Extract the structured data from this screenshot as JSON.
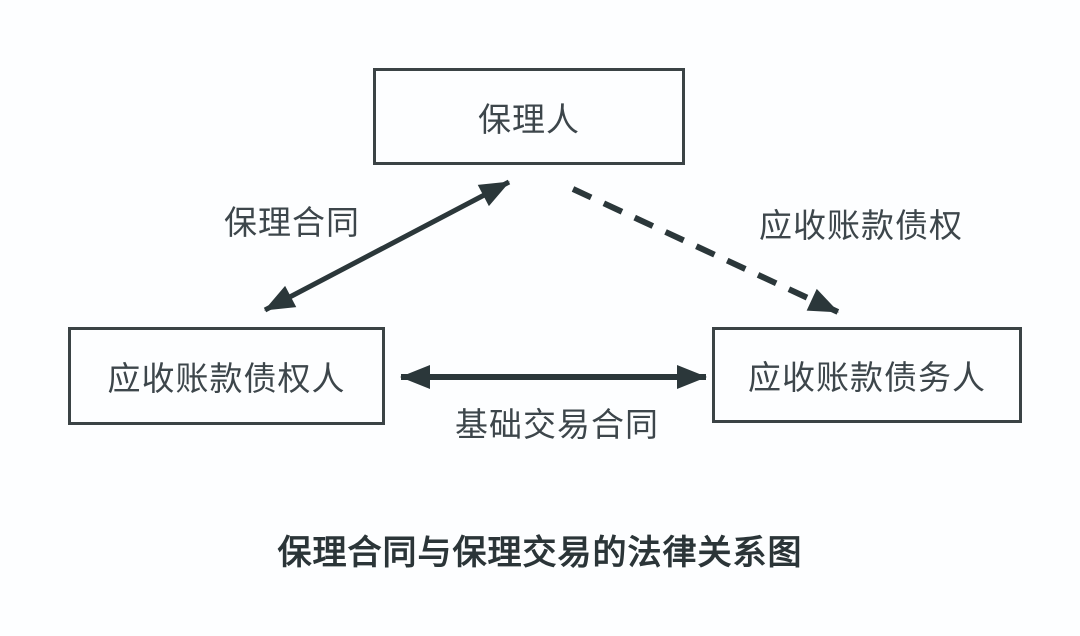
{
  "title": "保理合同与保理交易的法律关系图",
  "nodes": {
    "factor": {
      "label": "保理人"
    },
    "creditor": {
      "label": "应收账款债权人"
    },
    "debtor": {
      "label": "应收账款债务人"
    }
  },
  "edges": {
    "factoring_contract": {
      "label": "保理合同",
      "from": "factor",
      "to": "creditor",
      "style": "solid",
      "direction": "both"
    },
    "receivable_claim": {
      "label": "应收账款债权",
      "from": "factor",
      "to": "debtor",
      "style": "dashed",
      "direction": "one-way"
    },
    "base_transaction_contract": {
      "label": "基础交易合同",
      "from": "creditor",
      "to": "debtor",
      "style": "solid",
      "direction": "both"
    }
  },
  "colors": {
    "background": "#fdfeff",
    "arrow": "#2b373a",
    "box_border": "#3b4345",
    "box_text": "#3d464b",
    "label_text": "#3d464b",
    "title_text": "#2b3538"
  }
}
